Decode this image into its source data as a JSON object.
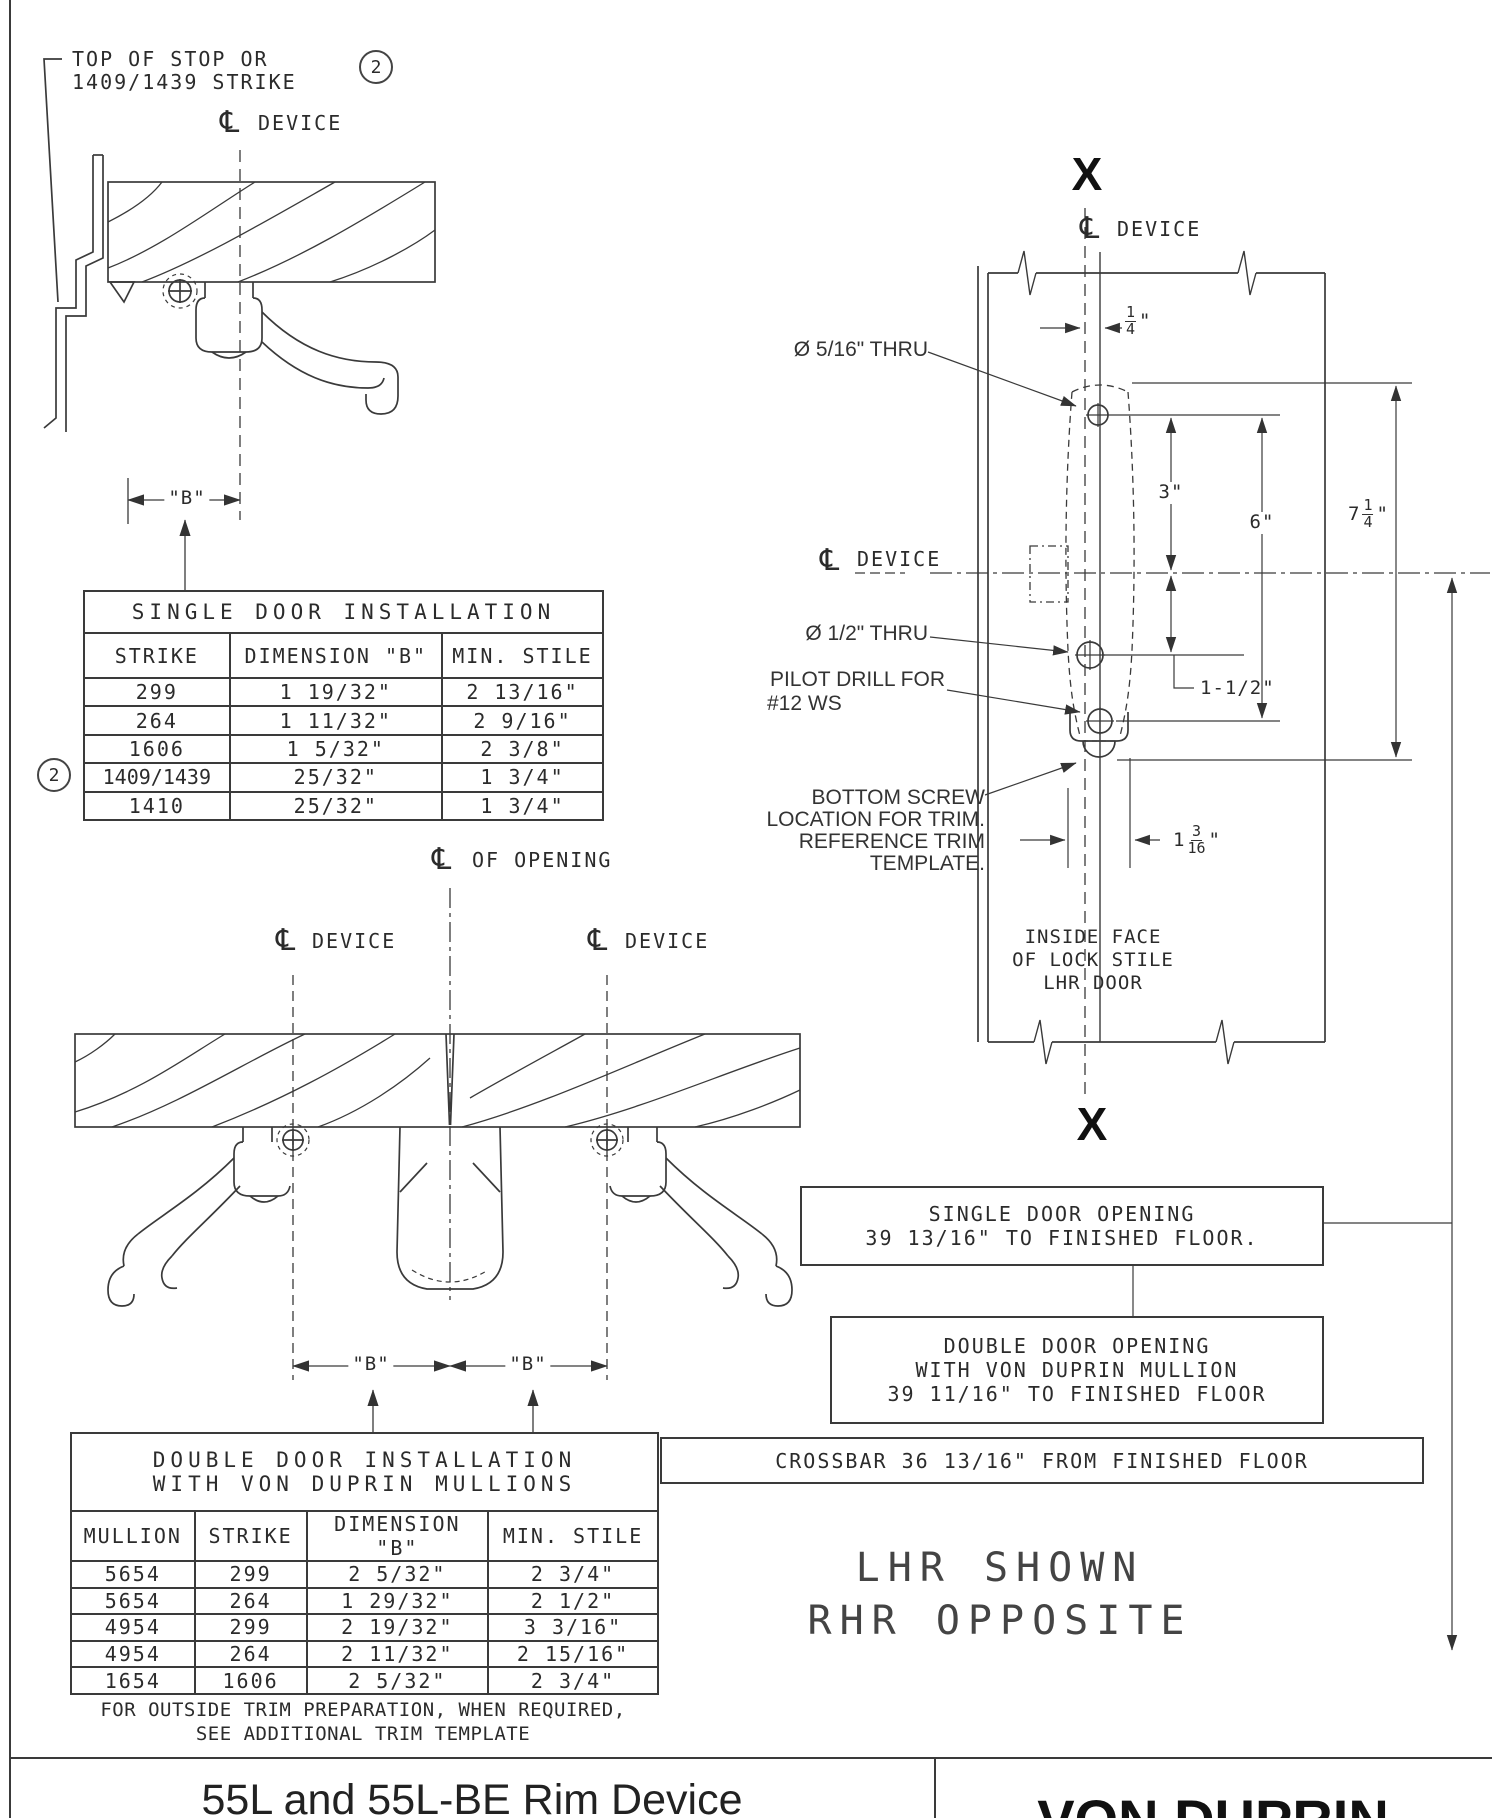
{
  "cl_symbol": "℄",
  "top_left": {
    "leader_note_line1": "TOP OF STOP OR",
    "leader_note_line2": "1409/1439 STRIKE",
    "callout": "2",
    "cl_device_label": "DEVICE",
    "dim_b": "\"B\""
  },
  "single_table": {
    "title": "SINGLE DOOR INSTALLATION",
    "callout": "2",
    "headers": [
      "STRIKE",
      "DIMENSION \"B\"",
      "MIN. STILE"
    ],
    "rows": [
      [
        "299",
        "1 19/32\"",
        "2 13/16\""
      ],
      [
        "264",
        "1 11/32\"",
        "2 9/16\""
      ],
      [
        "1606",
        "1 5/32\"",
        "2 3/8\""
      ],
      [
        "1409/1439",
        "25/32\"",
        "1 3/4\""
      ],
      [
        "1410",
        "25/32\"",
        "1 3/4\""
      ]
    ]
  },
  "double_drawing": {
    "cl_opening_label": "OF OPENING",
    "cl_device_left_label": "DEVICE",
    "cl_device_right_label": "DEVICE",
    "dim_b_left": "\"B\"",
    "dim_b_right": "\"B\""
  },
  "double_table": {
    "title_line1": "DOUBLE DOOR INSTALLATION",
    "title_line2": "WITH VON DUPRIN MULLIONS",
    "headers": [
      "MULLION",
      "STRIKE",
      "DIMENSION \"B\"",
      "MIN. STILE"
    ],
    "rows": [
      [
        "5654",
        "299",
        "2 5/32\"",
        "2 3/4\""
      ],
      [
        "5654",
        "264",
        "1 29/32\"",
        "2 1/2\""
      ],
      [
        "4954",
        "299",
        "2 19/32\"",
        "3 3/16\""
      ],
      [
        "4954",
        "264",
        "2 11/32\"",
        "2 15/16\""
      ],
      [
        "1654",
        "1606",
        "2 5/32\"",
        "2 3/4\""
      ]
    ],
    "footnote_line1": "FOR OUTSIDE TRIM PREPARATION, WHEN REQUIRED,",
    "footnote_line2": "SEE ADDITIONAL TRIM TEMPLATE"
  },
  "right_view": {
    "x_top": "X",
    "x_bottom": "X",
    "cl_device_top_label": "DEVICE",
    "cl_device_mid_label": "DEVICE",
    "label_dia_516": "Ø 5/16\" THRU",
    "label_dia_12": "Ø 1/2\" THRU",
    "label_pilot_line1": "PILOT DRILL FOR",
    "label_pilot_line2": "#12 WS",
    "bottom_screw_line1": "BOTTOM SCREW",
    "bottom_screw_line2": "LOCATION FOR TRIM.",
    "bottom_screw_line3": "REFERENCE TRIM",
    "bottom_screw_line4": "TEMPLATE.",
    "dim_quarter_num": "1",
    "dim_quarter_den": "4",
    "dim_quarter_unit": "\"",
    "dim_3": "3\"",
    "dim_6": "6\"",
    "dim_7_whole": "7",
    "dim_7_num": "1",
    "dim_7_den": "4",
    "dim_7_unit": "\"",
    "dim_1_half": "1-1/2\"",
    "dim_116_whole": "1",
    "dim_116_num": "3",
    "dim_116_den": "16",
    "dim_116_unit": "\"",
    "inside_face_line1": "INSIDE FACE",
    "inside_face_line2": "OF LOCK STILE",
    "inside_face_line3": "LHR DOOR"
  },
  "notes": {
    "single_opening_line1": "SINGLE DOOR OPENING",
    "single_opening_line2": "39 13/16\" TO FINISHED FLOOR.",
    "double_opening_line1": "DOUBLE DOOR OPENING",
    "double_opening_line2": "WITH VON DUPRIN MULLION",
    "double_opening_line3": "39 11/16\" TO FINISHED FLOOR",
    "crossbar": "CROSSBAR 36 13/16\" FROM FINISHED FLOOR",
    "hand_line1": "LHR SHOWN",
    "hand_line2": "RHR OPPOSITE"
  },
  "title_block": {
    "title": "55L and 55L-BE Rim Device",
    "brand": "VON DUPRIN"
  }
}
